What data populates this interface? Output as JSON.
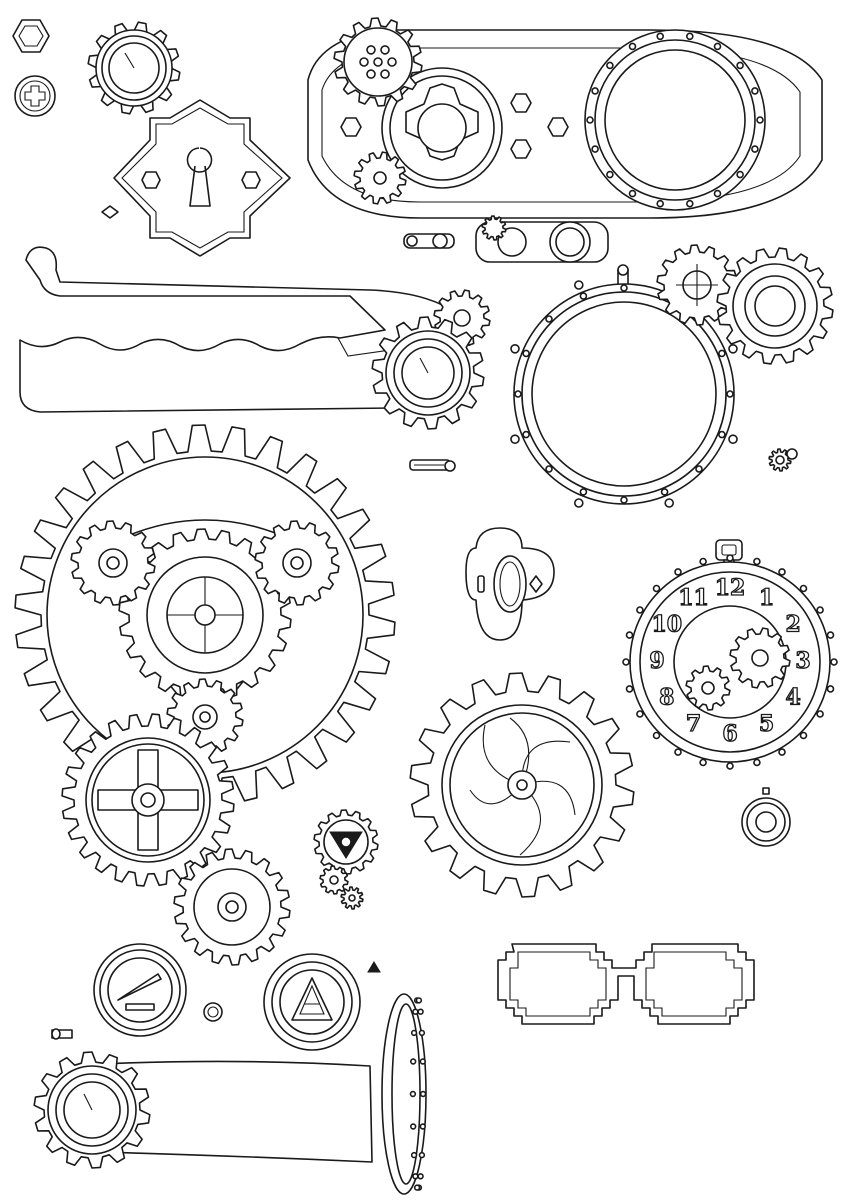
{
  "sheet": {
    "background": "#ffffff",
    "line_color": "#1a1a1a"
  },
  "clock_face": {
    "numerals": [
      "12",
      "1",
      "2",
      "3",
      "4",
      "5",
      "6",
      "7",
      "8",
      "9",
      "10",
      "11"
    ],
    "top_numeral": "0"
  },
  "items": [
    "hex-nut-icon",
    "screw-head-icon",
    "gauge-cog-icon",
    "keyhole-plate-icon",
    "goggles-icon",
    "mini-goggles-icon",
    "lever-arm-icon",
    "porthole-frame-icon",
    "twin-cogs-icon",
    "gear-cluster-icon",
    "latch-plate-icon",
    "pocket-clock-icon",
    "swirl-gear-icon",
    "tiny-gear-cluster-icon",
    "pixel-glasses-icon",
    "pressure-gauge-icon",
    "triangle-dial-icon",
    "ring-band-icon",
    "bar-gauge-icon"
  ]
}
